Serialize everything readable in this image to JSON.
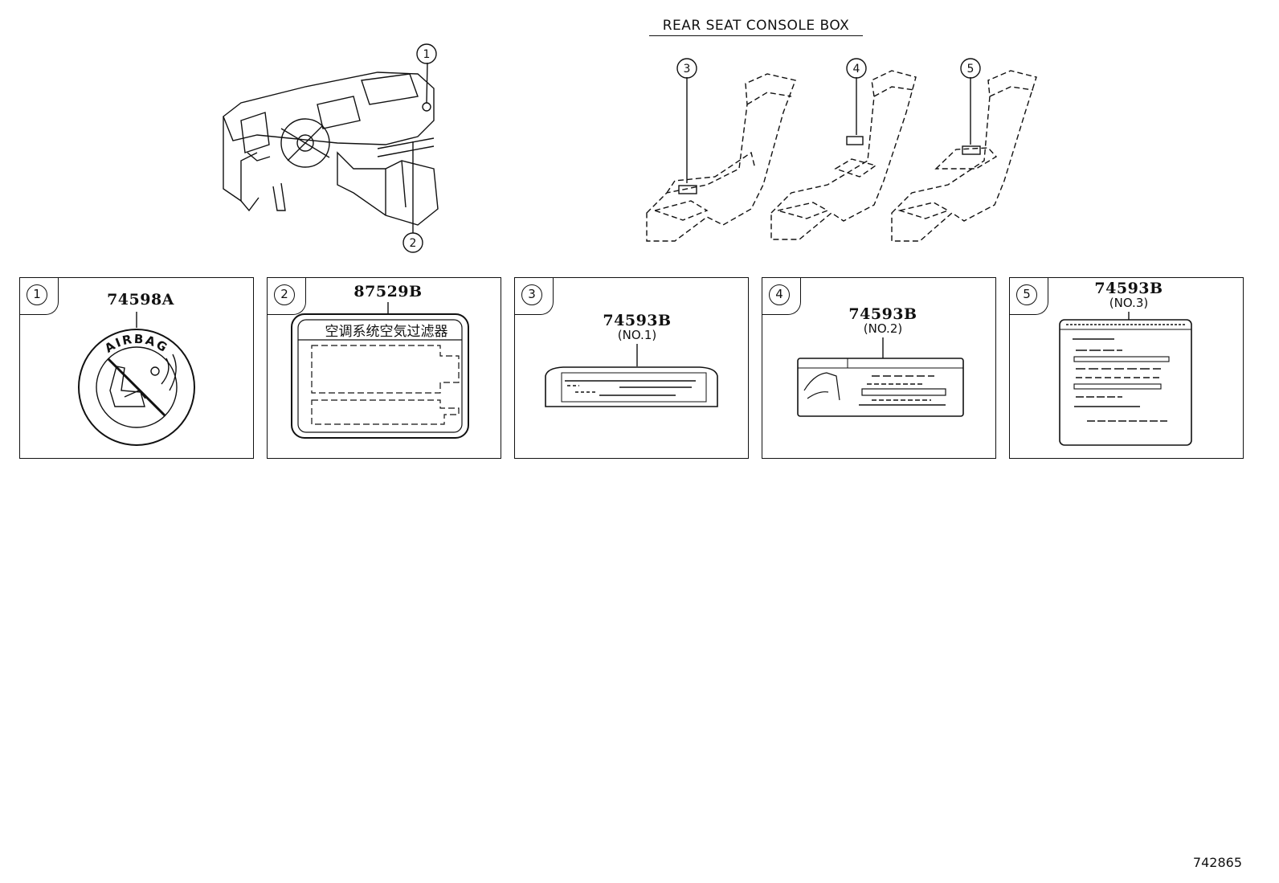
{
  "diagram": {
    "title": "REAR SEAT CONSOLE BOX",
    "callouts": [
      "1",
      "2",
      "3",
      "4",
      "5"
    ],
    "panels": [
      {
        "index": "1",
        "part_number": "74598A",
        "sub": "",
        "label_text": "AIRBAG"
      },
      {
        "index": "2",
        "part_number": "87529B",
        "sub": "",
        "label_text": "空调系统空気过滤器"
      },
      {
        "index": "3",
        "part_number": "74593B",
        "sub": "(NO.1)"
      },
      {
        "index": "4",
        "part_number": "74593B",
        "sub": "(NO.2)"
      },
      {
        "index": "5",
        "part_number": "74593B",
        "sub": "(NO.3)"
      }
    ],
    "drawing_code": "742865"
  }
}
